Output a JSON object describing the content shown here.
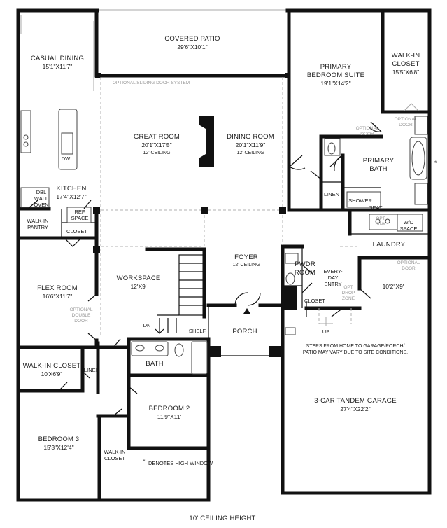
{
  "rooms": {
    "covered_patio": {
      "name": "COVERED PATIO",
      "dim": "29'6\"X10'1\""
    },
    "casual_dining": {
      "name": "CASUAL DINING",
      "dim": "15'1\"X11'7\""
    },
    "primary_suite": {
      "name1": "PRIMARY",
      "name2": "BEDROOM SUITE",
      "dim": "19'1\"X14'2\""
    },
    "walkin_closet_primary": {
      "name1": "WALK-IN",
      "name2": "CLOSET",
      "dim": "15'5\"X6'8\""
    },
    "great_room": {
      "name": "GREAT ROOM",
      "dim": "20'1\"X17'5\"",
      "ceiling": "12' CEILING"
    },
    "dining_room": {
      "name": "DINING ROOM",
      "dim": "20'1\"X11'9\"",
      "ceiling": "12' CEILING"
    },
    "primary_bath": {
      "name1": "PRIMARY",
      "name2": "BATH"
    },
    "kitchen": {
      "name": "KITCHEN",
      "dim": "17'4\"X12'7\""
    },
    "foyer": {
      "name": "FOYER",
      "ceiling": "12' CEILING"
    },
    "laundry": {
      "name": "LAUNDRY"
    },
    "pwdr_room": {
      "name1": "PWDR",
      "name2": "ROOM"
    },
    "everyday_entry": {
      "line1": "EVERY-",
      "line2": "DAY",
      "line3": "ENTRY"
    },
    "flex_room": {
      "name": "FLEX ROOM",
      "dim": "16'6\"X11'7\""
    },
    "workspace": {
      "name": "WORKSPACE",
      "dim": "12'X9'"
    },
    "porch": {
      "name": "PORCH"
    },
    "garage_storage": {
      "dim": "10'2\"X9'"
    },
    "walkin_closet_10": {
      "name": "WALK-IN CLOSET",
      "dim": "10'X6'9\""
    },
    "bath": {
      "name": "BATH"
    },
    "bedroom2": {
      "name": "BEDROOM 2",
      "dim": "11'9\"X11'"
    },
    "bedroom3": {
      "name": "BEDROOM 3",
      "dim": "15'3\"X12'4\""
    },
    "garage": {
      "name": "3-CAR TANDEM GARAGE",
      "dim": "27'4\"X22'2\""
    },
    "walkin_closet_br2": {
      "name1": "WALK-IN",
      "name2": "CLOSET"
    }
  },
  "labels": {
    "dw": "DW",
    "dbl_wall_oven": [
      "DBL",
      "WALL",
      "OVEN"
    ],
    "ref_space": [
      "REF",
      "SPACE"
    ],
    "walkin_pantry": [
      "WALK-IN",
      "PANTRY"
    ],
    "closet": "CLOSET",
    "linen": "LINEN",
    "shower": "SHOWER",
    "seat": "SEAT",
    "opt_sink": [
      "OPT",
      "SINK"
    ],
    "wd_space": [
      "W/D",
      "SPACE"
    ],
    "dn": "DN",
    "shelf": "SHELF",
    "up": "UP",
    "opt_drop_zone": [
      "OPT",
      "DROP",
      "ZONE"
    ],
    "optional_sliding_door": "OPTIONAL SLIDING DOOR SYSTEM",
    "optional_door": [
      "OPTIONAL",
      "DOOR"
    ],
    "optional_double_door": [
      "OPTIONAL",
      "DOUBLE",
      "DOOR"
    ],
    "window_marker": "*"
  },
  "notes": {
    "garage_steps": [
      "STEPS FROM HOME TO GARAGE/PORCH/",
      "PATIO MAY VARY DUE TO SITE CONDITIONS."
    ],
    "high_window_star": "*",
    "high_window": "DENOTES HIGH WINDOW",
    "ceiling_height": "10' CEILING HEIGHT"
  }
}
